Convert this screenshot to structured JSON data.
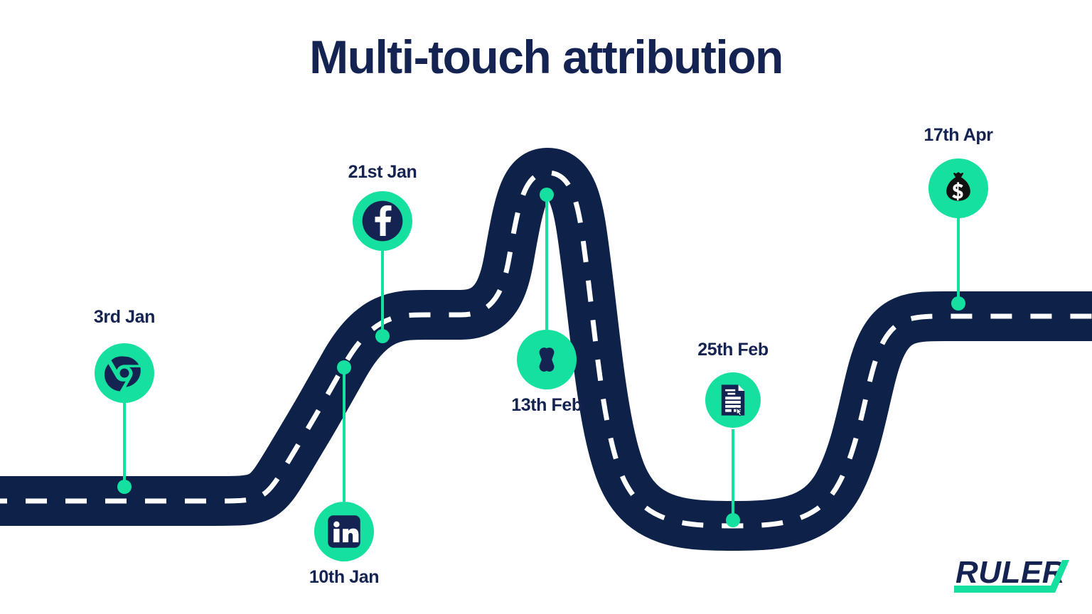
{
  "page": {
    "title": "Multi-touch attribution",
    "background_color": "#FFFFFF"
  },
  "theme": {
    "navy": "#152352",
    "road_navy": "#0D2149",
    "accent_green": "#16E0A0",
    "lane_white": "#FFFFFF",
    "money_black": "#111111"
  },
  "road": {
    "stroke_color": "#0D2149",
    "lane_dash_color": "#FFFFFF",
    "description": "winding S-curve road running left to right"
  },
  "milestones": [
    {
      "id": "chrome",
      "date": "3rd Jan",
      "icon": "chrome-icon",
      "label_position": "above",
      "circle_color": "#16E0A0",
      "icon_color": "#152352"
    },
    {
      "id": "linkedin",
      "date": "10th Jan",
      "icon": "linkedin-icon",
      "label_position": "below",
      "circle_color": "#16E0A0",
      "icon_color": "#152352"
    },
    {
      "id": "facebook",
      "date": "21st Jan",
      "icon": "facebook-icon",
      "label_position": "above",
      "circle_color": "#16E0A0",
      "icon_color": "#152352"
    },
    {
      "id": "google-ads",
      "date": "13th Feb",
      "icon": "google-ads-icon",
      "label_position": "below",
      "circle_color": "#16E0A0",
      "icon_color": "#152352"
    },
    {
      "id": "form-submission",
      "date": "25th Feb",
      "icon": "document-form-icon",
      "label_position": "above",
      "circle_color": "#16E0A0",
      "icon_color": "#152352"
    },
    {
      "id": "revenue",
      "date": "17th Apr",
      "icon": "money-bag-icon",
      "label_position": "above",
      "circle_color": "#16E0A0",
      "icon_color": "#111111"
    }
  ],
  "branding": {
    "wordmark": "RULER",
    "accent_color": "#16E0A0",
    "text_color": "#152352"
  }
}
